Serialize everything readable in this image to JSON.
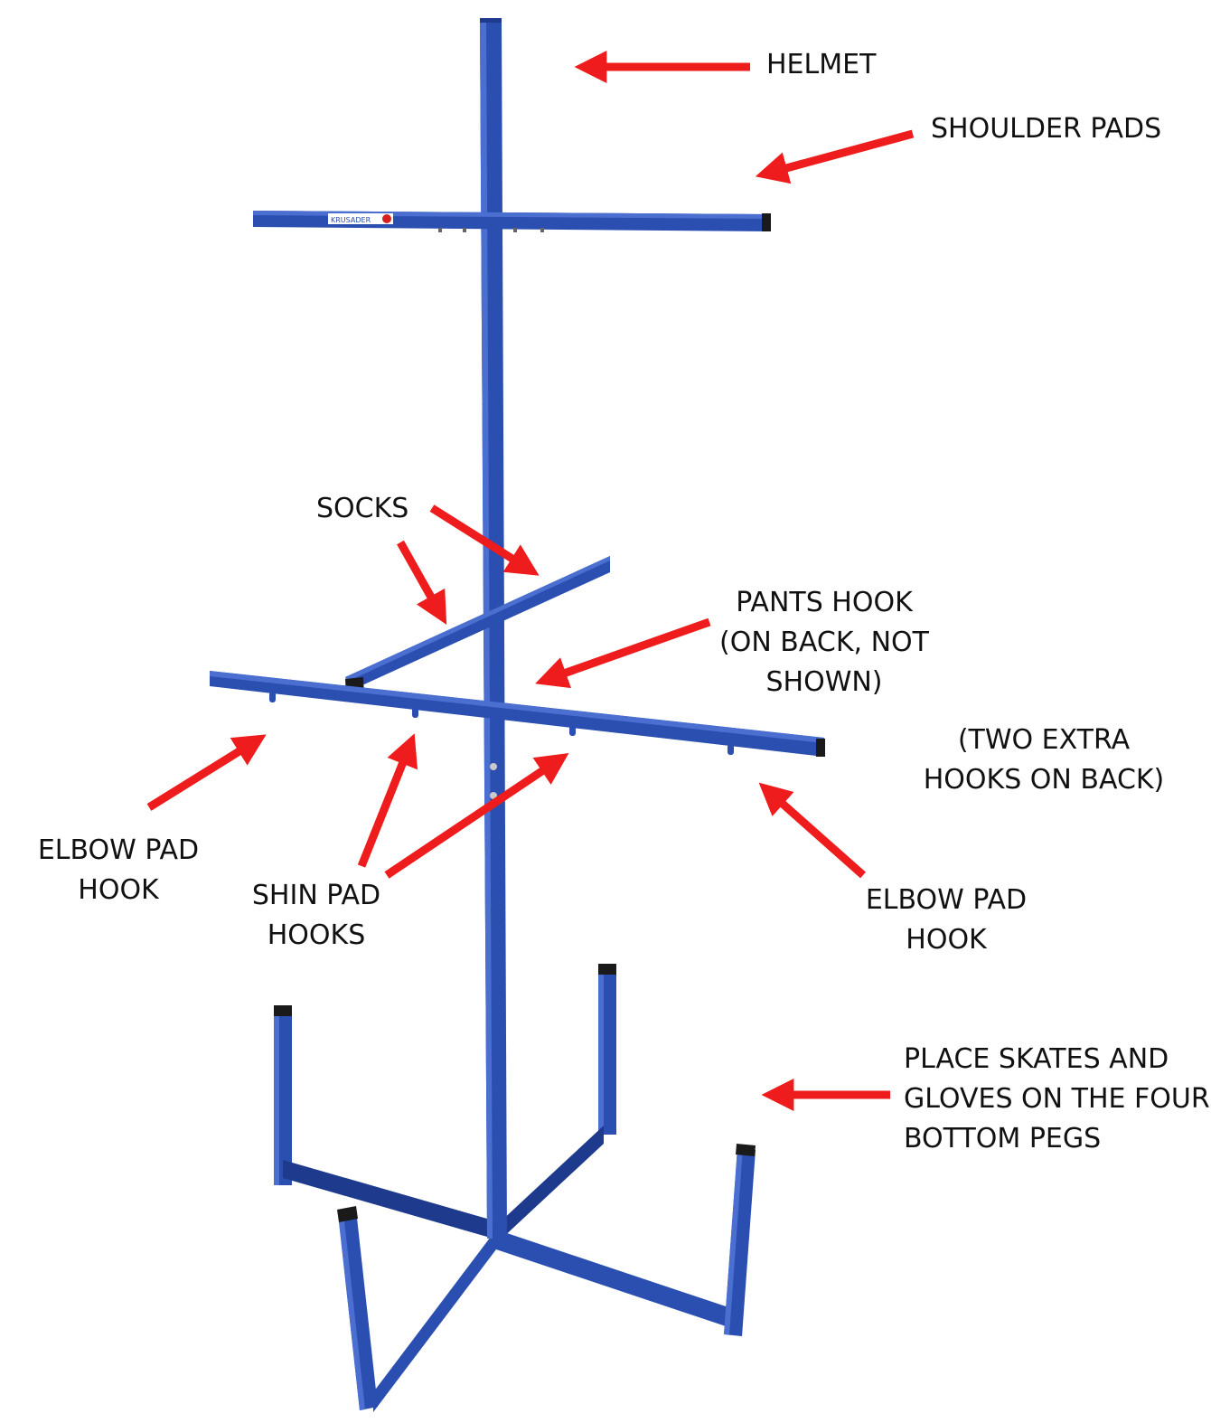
{
  "colors": {
    "frame": "#2b4fb0",
    "frame_dark": "#1d3a8c",
    "frame_light": "#4a6fd0",
    "cap": "#1a1a1a",
    "arrow": "#ee1c1c",
    "text": "#111111"
  },
  "brand_logo": {
    "text": "KRUSADER"
  },
  "labels": {
    "helmet": {
      "lines": [
        "HELMET"
      ]
    },
    "shoulder_pads": {
      "lines": [
        "SHOULDER PADS"
      ]
    },
    "socks": {
      "lines": [
        "SOCKS"
      ]
    },
    "pants_hook": {
      "lines": [
        "PANTS HOOK",
        "(ON BACK, NOT",
        "SHOWN)"
      ]
    },
    "extra_hooks": {
      "lines": [
        "(TWO EXTRA",
        "HOOKS ON BACK)"
      ]
    },
    "elbow_pad_left": {
      "lines": [
        "ELBOW PAD",
        "HOOK"
      ]
    },
    "shin_pad": {
      "lines": [
        "SHIN PAD",
        "HOOKS"
      ]
    },
    "elbow_pad_right": {
      "lines": [
        "ELBOW PAD",
        "HOOK"
      ]
    },
    "skates_gloves": {
      "lines": [
        "PLACE SKATES AND",
        "GLOVES ON THE FOUR",
        "BOTTOM PEGS"
      ]
    }
  }
}
